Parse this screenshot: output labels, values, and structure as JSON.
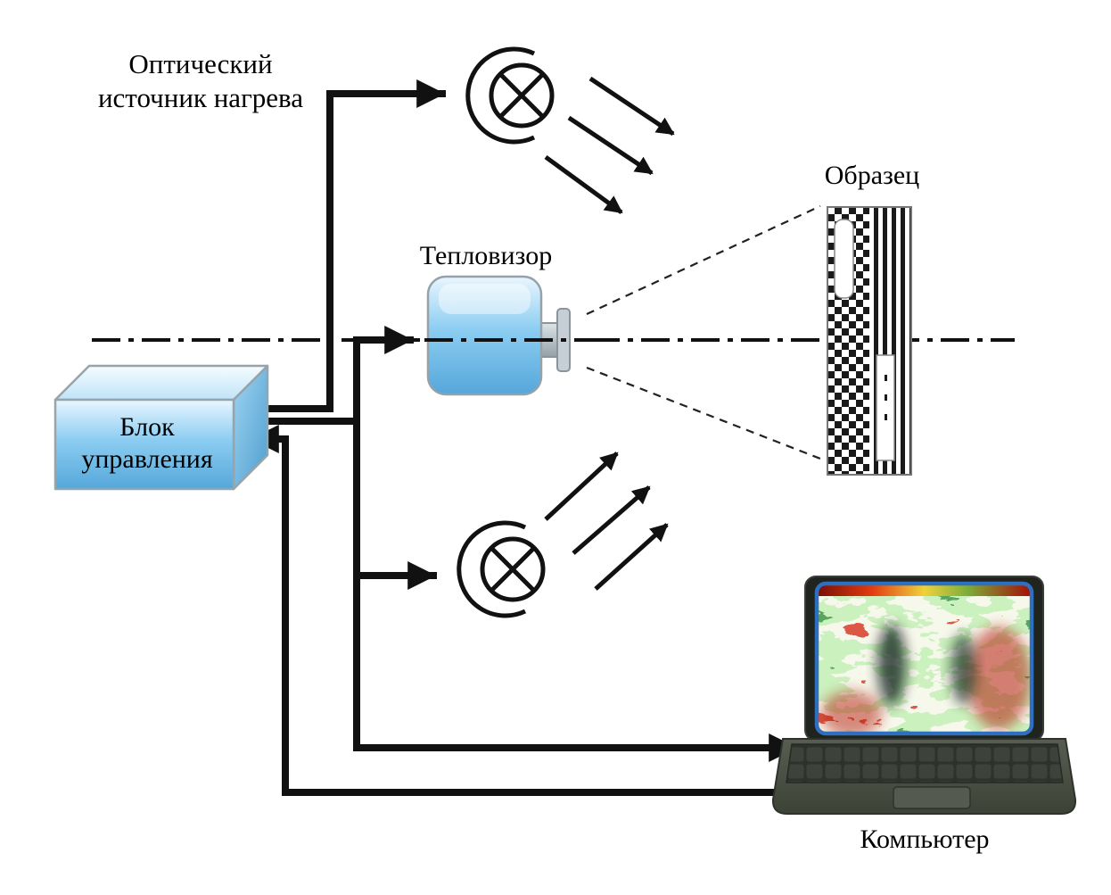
{
  "diagram": {
    "title": "Optical thermal NDT setup scheme",
    "labels": {
      "optical_source_line1": "Оптический",
      "optical_source_line2": "источник нагрева",
      "thermal_imager": "Тепловизор",
      "sample": "Образец",
      "control_unit_line1": "Блок",
      "control_unit_line2": "управления",
      "computer": "Компьютер"
    },
    "icons": {
      "top_lamp": "heat-lamp-icon",
      "bottom_lamp": "heat-lamp-icon",
      "camera": "thermal-camera-icon",
      "sample": "test-sample-icon",
      "control_unit": "control-unit-box-icon",
      "laptop": "laptop-computer-icon",
      "radiation": "radiation-arrows-icon",
      "optical_axis": "optical-axis-dashdot-line",
      "fov": "field-of-view-dashed-lines"
    },
    "colors": {
      "device_blue_pale": "#e9f6fe",
      "device_blue_mid": "#8ccdf2",
      "device_blue_deep": "#55a7da",
      "wire_black": "#111111",
      "laptop_body": "#4a4f45",
      "screen_rim_blue": "#2f6fbf",
      "pattern_dark": "#1a1a1a"
    }
  }
}
